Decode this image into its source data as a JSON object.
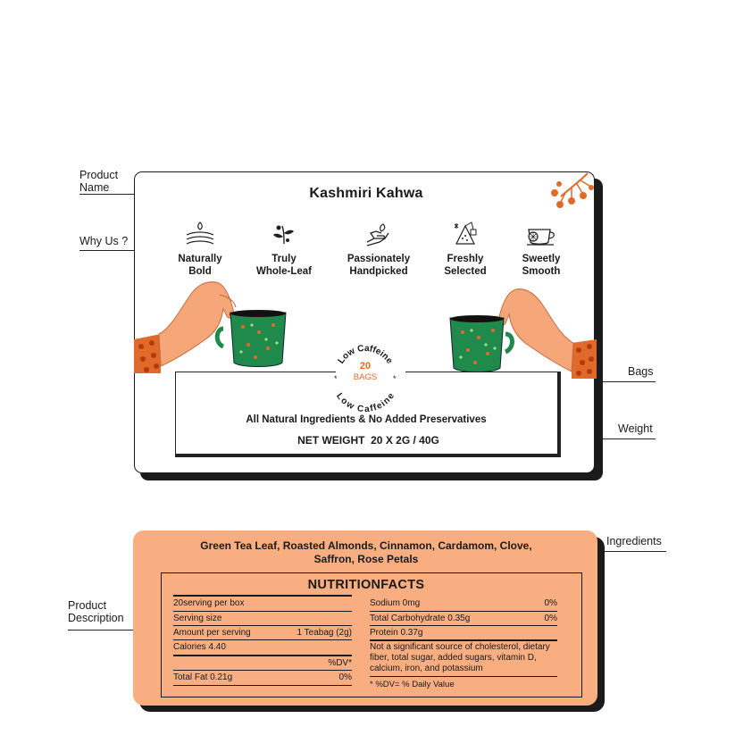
{
  "callouts": {
    "product_name": "Product\nName",
    "why_us": "Why Us ?",
    "bags": "Bags",
    "weight": "Weight",
    "ingredients": "Ingredients",
    "product_description": "Product\nDescription"
  },
  "front": {
    "title": "Kashmiri Kahwa",
    "features": [
      {
        "label": "Naturally\nBold",
        "icon": "fields-icon"
      },
      {
        "label": "Truly\nWhole-Leaf",
        "icon": "leaf-icon"
      },
      {
        "label": "Passionately\nHandpicked",
        "icon": "hand-icon"
      },
      {
        "label": "Freshly\nSelected",
        "icon": "teabag-icon"
      },
      {
        "label": "Sweetly\nSmooth",
        "icon": "cup-icon"
      }
    ],
    "seal_text": "Low Caffeine",
    "bags_count": "20",
    "bags_label": "BAGS",
    "ingredients_claim": "All Natural Ingredients & No Added Preservatives",
    "net_weight": "NET WEIGHT  20 X 2G / 40G"
  },
  "back": {
    "ingredients": "Green Tea Leaf, Roasted Almonds, Cinnamon, Cardamom, Clove, Saffron, Rose Petals",
    "nutrition_title": "NUTRITIONFACTS",
    "left_rows": [
      {
        "label": "20serving per box",
        "value": ""
      },
      {
        "label": "Serving size",
        "value": ""
      },
      {
        "label": "Amount per serving",
        "value": "1 Teabag (2g)"
      },
      {
        "label": "Calories 4.40",
        "value": ""
      },
      {
        "label": "",
        "value": "%DV*"
      },
      {
        "label": "Total Fat 0.21g",
        "value": "0%"
      }
    ],
    "right_rows": [
      {
        "label": "Sodium 0mg",
        "value": "0%"
      },
      {
        "label": "Total Carbohydrate 0.35g",
        "value": "0%"
      },
      {
        "label": "Protein 0.37g",
        "value": ""
      }
    ],
    "note": "Not a significant source of cholesterol, dietary fiber, total sugar, added sugars, vitamin D, calcium, iron, and potassium",
    "footnote": "* %DV= % Daily Value"
  },
  "colors": {
    "accent_orange": "#e06a2a",
    "back_card": "#f9ae82",
    "mug_green": "#1f8a4c",
    "skin": "#f5a77a",
    "ink": "#1b1b1b"
  }
}
